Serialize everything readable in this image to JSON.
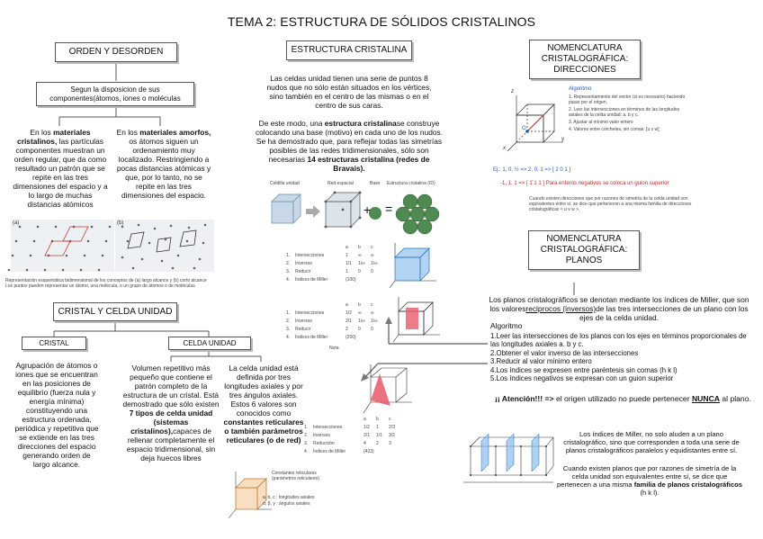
{
  "title": "TEMA 2: ESTRUCTURA DE SÓLIDOS CRISTALINOS",
  "orden": {
    "header": "ORDEN Y DESORDEN",
    "sub": "Segun la disposicion de sus componentes(átomos, iones o moléculas",
    "cris_a": "En los ",
    "cris_b": "materiales cristalinos,",
    "cris_c": " las partículas componentes muestran un orden regular, que da como resultado un patrón que se repite en las tres dimensiones del espacio y a lo largo de muchas distancias atómicos",
    "amor_a": "En los ",
    "amor_b": "materiales amorfos,",
    "amor_c": " os átomos siguen un ordenamiento muy localizado. Restringiendo a pocas distancias atómicas y que, por lo tanto, no se repite en las tres dimensiones del espacio.",
    "label_a": "(a)",
    "label_b": "(b)",
    "caption1": "Representación esquemática bidimensional de los conceptos de (a) largo alcance y (b) corto alcance",
    "caption2": "Los puntos pueden representar un átomo, una molécula, o un grupo de átomos o de moléculas"
  },
  "cristal": {
    "header": "CRISTAL Y CELDA UNIDAD",
    "cristal_label": "CRISTAL",
    "celda_label": "CELDA UNIDAD",
    "cristal_text": "Agrupación de átomos o iones que se encuentran en las posiciones de equilibrio (fuerza nula y energía mínima) constituyendo una estructura ordenada, periódica y repetitiva que se extiende en las tres direcciones del espacio generando orden de largo alcance.",
    "vol_a": "Volumen repetitivo más pequeño que contiene el patrón completo de la estructura de un cristal. Está demostrado que sólo existen ",
    "vol_b": "7 tipos de celda unidad (sistemas cristalinos),",
    "vol_c": "capaces de rellenar completamente el espacio tridimensional, sin deja huecos libres",
    "def_a": "La celda unidad está definida por tres longitudes axiales y por tres ángulos axiales. Estos 6 valores son conocidos como",
    "def_b": "constantes reticulares o también parámetros reticulares (o de red)",
    "img_caption1": "Constantes reticulares",
    "img_caption2": "(parámetros reticulares)",
    "img_legend1": "a, b, c : longitudes axiales",
    "img_legend2": "α, β, γ : ángulos axiales"
  },
  "estructura": {
    "header": "ESTRUCTURA CRISTALINA",
    "p1": "Las celdas unidad tienen una serie de puntos 8 nudos que no sólo están situados en los vértices, sino también en el centro de las mismas o en el centro de sus caras.",
    "p2_a": "De este modo, una ",
    "p2_b": "estructura cristalina",
    "p2_c": "se construye colocando una base (motivo) en cada uno de los nudos. Se ha demostrado que, para reflejar todas las simetrías posibles de las redes tridimensionales, sólo son necesarias ",
    "p2_d": "14 estructuras cristalina (redes de Bravais).",
    "img_labels": [
      "Celdilla unidad",
      "Red espacial",
      "Base",
      "Estructura cristalina (ID)"
    ],
    "plus": "+",
    "equals": "="
  },
  "miller_tables": [
    {
      "head": [
        "a",
        "b",
        "c"
      ],
      "rows": [
        [
          "1.",
          "Intersecciones",
          "1",
          "∞",
          "∞"
        ],
        [
          "2.",
          "Inversos",
          "1/1",
          "1/∞",
          "1/∞"
        ],
        [
          "3.",
          "Reducir",
          "1",
          "0",
          "0"
        ],
        [
          "4.",
          "Índices de Miller",
          "(100)",
          "",
          ""
        ]
      ]
    },
    {
      "head": [
        "a",
        "b",
        "c"
      ],
      "rows": [
        [
          "1.",
          "Intersecciones",
          "1/2",
          "∞",
          "∞"
        ],
        [
          "2.",
          "Inversos",
          "2/1",
          "1/∞",
          "1/∞"
        ],
        [
          "3.",
          "Reducir",
          "2",
          "0",
          "0"
        ],
        [
          "4.",
          "Índices de Miller",
          "(200)",
          "",
          ""
        ]
      ]
    },
    {
      "head": [
        "a",
        "b",
        "c"
      ],
      "rows": [
        [
          "1.",
          "Intersecciones",
          "1/2",
          "1",
          "2/3"
        ],
        [
          "2.",
          "Inversos",
          "2/1",
          "1/1",
          "3/2"
        ],
        [
          "3.",
          "Reducción",
          "4",
          "2",
          "3"
        ],
        [
          "4.",
          "Índices de Miller",
          "(423)",
          "",
          ""
        ]
      ]
    }
  ],
  "table_note": "Nota",
  "direcciones": {
    "header": "NOMENCLATURA CRISTALOGRÁFICA: DIRECCIONES",
    "alg_title": "Algoritmo",
    "steps": [
      "1. Representamiento del vector (si es necesario) haciendo pasar por el origen.",
      "2. Leer las intersecciones en términos de las longitudes axiales de la celda unidad: a, b y c.",
      "3. Ajustar al mínimo valor entero",
      "4. Valores entre corchetes, sin comas:   [u v w]"
    ],
    "ex1": "Ej.: 1, 0, ½        =>   2, 0, 1      =>  [ 2 0 1 ]",
    "ex2": "-1, 1, 1        =>   [ 1̄ 1 1 ]      Para enteros negativos se coloca un guion superior",
    "note": "Cuando existen direcciones que por razones de simetría de la celda unidad son equivalentes entre sí, se dice que pertenecen a una misma familia de direcciones cristalográficas < u v w >.",
    "axis_x": "x",
    "axis_y": "y",
    "axis_z": "z",
    "vector_label": "O"
  },
  "planos": {
    "header": "NOMENCLATURA CRISTALOGRÁFICA: PLANOS",
    "intro_a": "Los planos cristalográficos se denotan mediante los índices de Miller, que son los valores",
    "intro_b": "reciprocos (inversos)",
    "intro_c": "de las tres intersecciones de un plano con los ejes de la celda unidad.",
    "alg_title": "Algoritmo",
    "steps": [
      "1.Leer las intersecciones de los planos con los ejes en términos proporcionales de las longitudes axiales a. b y c.",
      "2.Obtener el valor inverso de las intersecciones",
      "3.Reducir al valor mínimo entero",
      "4.Los índices se expresen entre paréntesis sin comas (h k l)",
      "5.Los índices negativos se expresan con un guion superior"
    ],
    "atencion_a": "¡¡ Atención!!! =>",
    "atencion_b": " el origen utilizado no puede pertenecer ",
    "atencion_c": "NUNCA",
    "atencion_d": " al plano.",
    "note1": "Los índices de Miller, no solo aluden a un plano cristalográfico, sino que corresponden a toda una serie de planos cristalográficos paralelos y equidistantes entre sí.",
    "note2_a": "Cuando existen planos que por razones de simetría de la celda unidad son equivalentes entre sí, se dice que pertenecen a una misma ",
    "note2_b": "familia de planos cristalográficos",
    "note2_c": " (h k l)."
  },
  "colors": {
    "blue_cube": "#7fb8ea",
    "red_plane": "#e85a6a",
    "green_atom": "#4f8a53",
    "orange_cell": "#f3c99a",
    "connector": "#555555"
  }
}
